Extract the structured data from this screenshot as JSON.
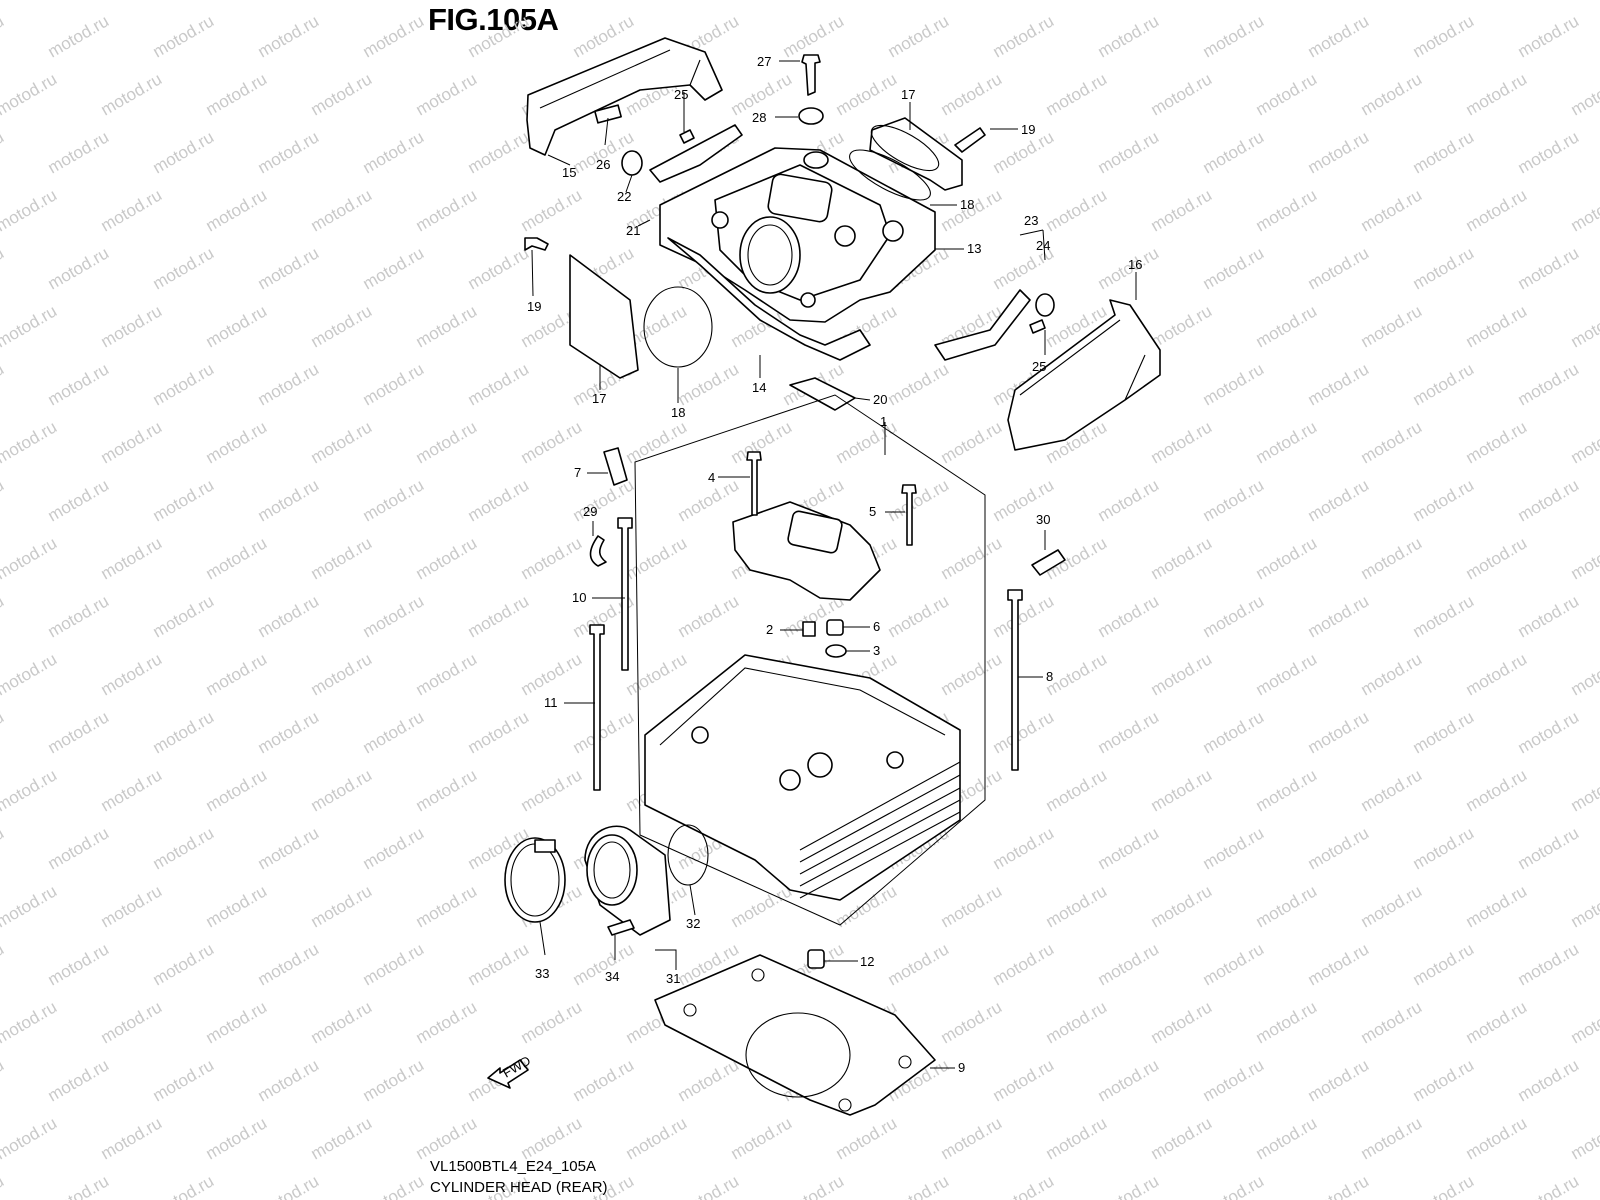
{
  "figure": {
    "title": "FIG.105A",
    "model_code": "VL1500BTL4_E24_105A",
    "caption": "CYLINDER HEAD (REAR)",
    "fwd_label": "FWD",
    "watermark": "motod.ru"
  },
  "callouts": [
    "1",
    "2",
    "3",
    "4",
    "5",
    "6",
    "7",
    "8",
    "9",
    "10",
    "11",
    "12",
    "13",
    "14",
    "15",
    "16",
    "17",
    "17",
    "18",
    "18",
    "19",
    "19",
    "20",
    "21",
    "22",
    "23",
    "24",
    "25",
    "25",
    "26",
    "27",
    "28",
    "29",
    "30",
    "31",
    "32",
    "33",
    "34"
  ]
}
